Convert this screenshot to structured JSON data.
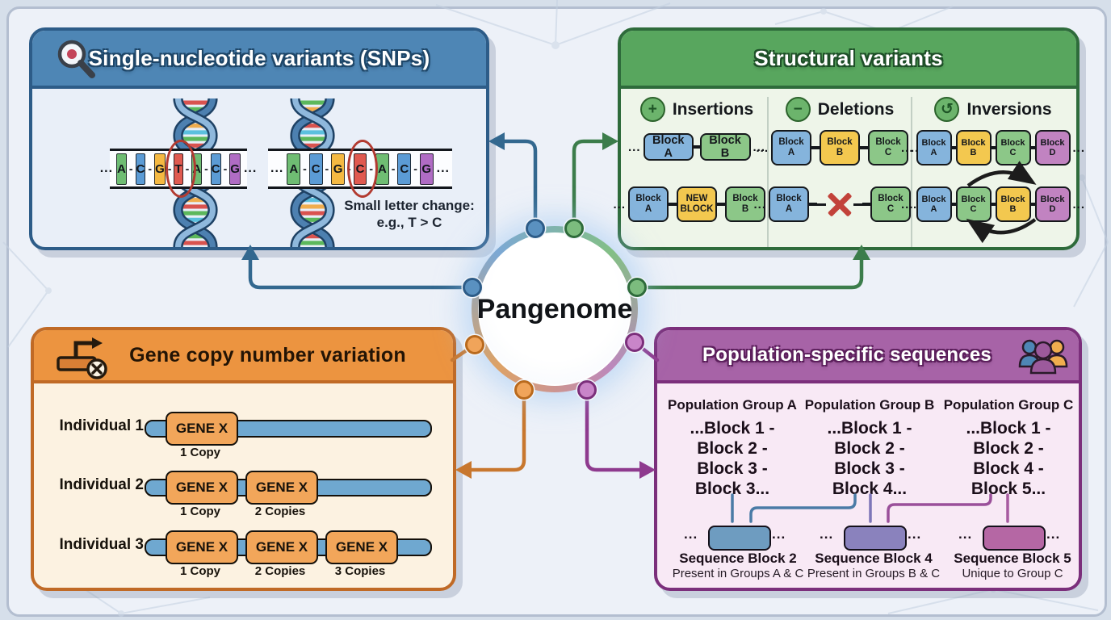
{
  "center": {
    "label": "Pangenome"
  },
  "colors": {
    "blue_accent": "#33688f",
    "green_accent": "#3c7d4b",
    "orange_accent": "#c8772e",
    "purple_accent": "#8e3a8e",
    "blue_header": "#4e86b5",
    "green_header": "#58a65e",
    "orange_header": "#ec9440",
    "purple_header": "#a763a7",
    "node_blue": "#5a91c0",
    "node_green": "#7cbc7e",
    "node_orange": "#f0a45a",
    "node_purple": "#c985c9",
    "block_blue": "#85b4dc",
    "block_yellow": "#f3c84f",
    "block_green": "#8cc788",
    "block_purple": "#c183c1",
    "pop_line_blue": "#4a7ba6",
    "pop_line_violet": "#7d76b8",
    "pop_line_magenta": "#9a4f9a",
    "pop_line_pink": "#a75ba0"
  },
  "snps": {
    "title": "Single-nucleotide variants (SNPs)",
    "icon": "magnifier-icon",
    "dots": "...",
    "sep": "-",
    "seq_left": [
      {
        "l": "A",
        "c": "#6fbd73"
      },
      {
        "l": "C",
        "c": "#5b9bd5"
      },
      {
        "l": "G",
        "c": "#f5b942"
      },
      {
        "l": "T",
        "c": "#e05a50"
      },
      {
        "l": "A",
        "c": "#6fbd73"
      },
      {
        "l": "C",
        "c": "#5b9bd5"
      },
      {
        "l": "G",
        "c": "#b06cc4"
      }
    ],
    "seq_right": [
      {
        "l": "A",
        "c": "#6fbd73"
      },
      {
        "l": "C",
        "c": "#5b9bd5"
      },
      {
        "l": "G",
        "c": "#f5b942"
      },
      {
        "l": "C",
        "c": "#e05a50"
      },
      {
        "l": "A",
        "c": "#6fbd73"
      },
      {
        "l": "C",
        "c": "#5b9bd5"
      },
      {
        "l": "G",
        "c": "#b06cc4"
      }
    ],
    "note1": "Small letter change:",
    "note2": "e.g., T > C"
  },
  "structural": {
    "title": "Structural variants",
    "dots": "...",
    "deletion_marker": "x-icon",
    "insertions": {
      "label": "Insertions",
      "icon_glyph": "+",
      "row1": [
        {
          "l1": "Block A",
          "c": "#85b4dc"
        },
        {
          "l1": "Block B",
          "c": "#8cc788"
        }
      ],
      "row2": [
        {
          "l1": "Block",
          "l2": "A",
          "c": "#85b4dc"
        },
        {
          "l1": "NEW",
          "l2": "BLOCK",
          "c": "#f3c84f"
        },
        {
          "l1": "Block",
          "l2": "B",
          "c": "#8cc788"
        }
      ]
    },
    "deletions": {
      "label": "Deletions",
      "icon_glyph": "−",
      "row1": [
        {
          "l1": "Block",
          "l2": "A",
          "c": "#85b4dc"
        },
        {
          "l1": "Block",
          "l2": "B",
          "c": "#f3c84f"
        },
        {
          "l1": "Block",
          "l2": "C",
          "c": "#8cc788"
        }
      ],
      "row2": [
        {
          "l1": "Block",
          "l2": "A",
          "c": "#85b4dc"
        },
        {
          "l1": "Block",
          "l2": "C",
          "c": "#8cc788"
        }
      ]
    },
    "inversions": {
      "label": "Inversions",
      "icon_glyph": "↺",
      "row1": [
        {
          "l1": "Block",
          "l2": "A",
          "c": "#85b4dc"
        },
        {
          "l1": "Block",
          "l2": "B",
          "c": "#f3c84f"
        },
        {
          "l1": "Block",
          "l2": "C",
          "c": "#8cc788"
        },
        {
          "l1": "Block",
          "l2": "D",
          "c": "#c183c1"
        }
      ],
      "row2": [
        {
          "l1": "Block",
          "l2": "A",
          "c": "#85b4dc"
        },
        {
          "l1": "Block",
          "l2": "C",
          "c": "#8cc788"
        },
        {
          "l1": "Block",
          "l2": "B",
          "c": "#f3c84f"
        },
        {
          "l1": "Block",
          "l2": "D",
          "c": "#c183c1"
        }
      ]
    }
  },
  "cnv": {
    "title": "Gene copy number variation",
    "icon": "gene-icon",
    "rows": [
      {
        "label": "Individual 1",
        "gene1": "GENE X",
        "cap1": "1 Copy"
      },
      {
        "label": "Individual 2",
        "gene1": "GENE X",
        "gene2": "GENE X",
        "cap1": "1 Copy",
        "cap2": "2 Copies"
      },
      {
        "label": "Individual 3",
        "gene1": "GENE X",
        "gene2": "GENE X",
        "gene3": "GENE X",
        "cap1": "1 Copy",
        "cap2": "2 Copies",
        "cap3": "3 Copies"
      }
    ]
  },
  "population": {
    "title": "Population-specific sequences",
    "icon": "people-icon",
    "dots": "...",
    "groups": [
      {
        "name": "Population Group A",
        "lines": [
          "...Block 1 -",
          "Block 2 -",
          "Block 3 -",
          "Block 3..."
        ]
      },
      {
        "name": "Population Group B",
        "lines": [
          "...Block 1 -",
          "Block 2 -",
          "Block 3 -",
          "Block 4..."
        ]
      },
      {
        "name": "Population Group C",
        "lines": [
          "...Block 1 -",
          "Block 2 -",
          "Block 4 -",
          "Block 5..."
        ]
      }
    ],
    "seq_blocks": [
      {
        "name": "Sequence Block 2",
        "note": "Present in Groups A & C",
        "c": "#6e9cc0"
      },
      {
        "name": "Sequence Block 4",
        "note": "Present in Groups B & C",
        "c": "#8a82bd"
      },
      {
        "name": "Sequence Block 5",
        "note": "Unique to Group C",
        "c": "#b567a4"
      }
    ]
  }
}
